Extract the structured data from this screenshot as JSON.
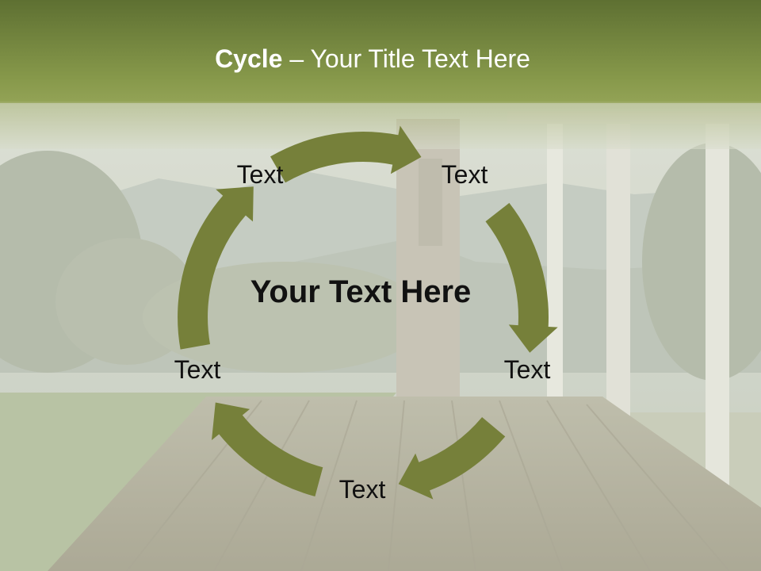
{
  "title": {
    "bold": "Cycle",
    "separator": " – ",
    "rest": "Your Title Text Here"
  },
  "center_text": "Your Text Here",
  "nodes": [
    {
      "label": "Text"
    },
    {
      "label": "Text"
    },
    {
      "label": "Text"
    },
    {
      "label": "Text"
    },
    {
      "label": "Text"
    }
  ],
  "colors": {
    "header_top": "#5e7032",
    "header_bottom": "#8a9a4c",
    "arrow": "#76803a",
    "text": "#111111"
  }
}
